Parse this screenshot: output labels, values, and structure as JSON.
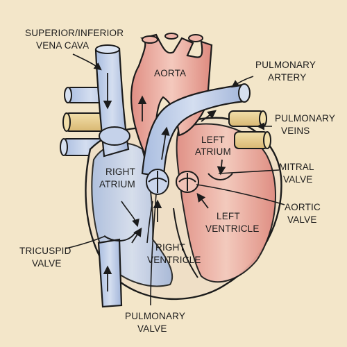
{
  "labels": {
    "superior_inferior": "SUPERIOR/INFERIOR",
    "vena_cava": "VENA CAVA",
    "aorta": "AORTA",
    "pulmonary_artery_1": "PULMONARY",
    "pulmonary_artery_2": "ARTERY",
    "pulmonary_veins_1": "PULMONARY",
    "pulmonary_veins_2": "VEINS",
    "left_atrium_1": "LEFT",
    "left_atrium_2": "ATRIUM",
    "right_atrium_1": "RIGHT",
    "right_atrium_2": "ATRIUM",
    "mitral_valve_1": "MITRAL",
    "mitral_valve_2": "VALVE",
    "aortic_valve_1": "AORTIC",
    "aortic_valve_2": "VALVE",
    "left_ventricle_1": "LEFT",
    "left_ventricle_2": "VENTRICLE",
    "tricuspid_valve_1": "TRICUSPID",
    "tricuspid_valve_2": "VALVE",
    "right_ventricle_1": "RIGHT",
    "right_ventricle_2": "VENTRICLE",
    "pulmonary_valve_1": "PULMONARY",
    "pulmonary_valve_2": "VALVE"
  },
  "colors": {
    "paper": "#f3e6c9",
    "ink": "#1b1b1b",
    "deoxygenated": "#b9c9e4",
    "oxygenated": "#e9a79a",
    "vein_yellow": "#ead29a",
    "heart_body": "#eddcc3"
  }
}
